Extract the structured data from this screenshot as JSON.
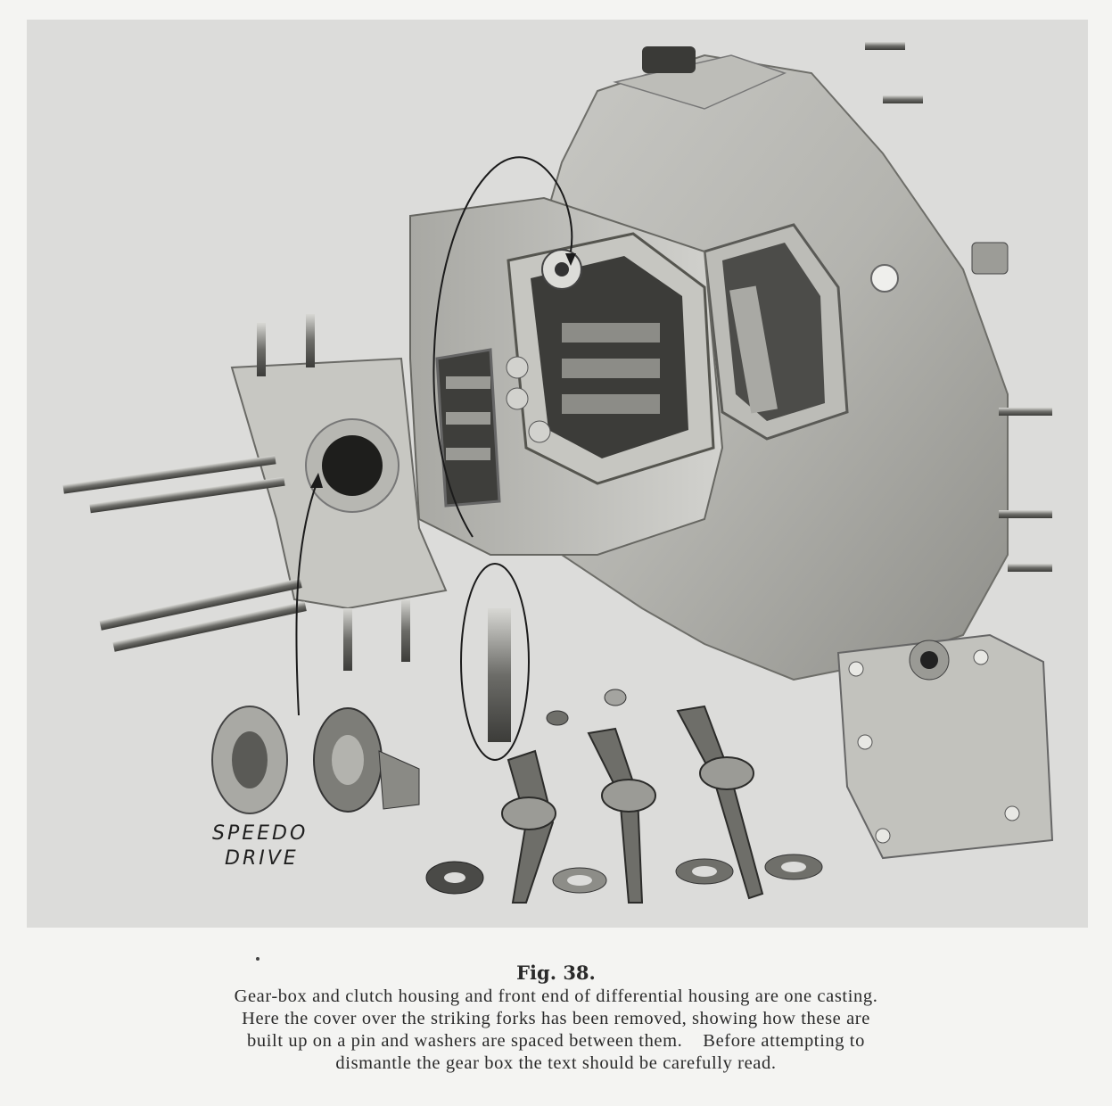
{
  "figure": {
    "labels": {
      "speedo": "SPEEDO",
      "drive": "DRIVE"
    }
  },
  "caption": {
    "fig_number": "Fig. 38.",
    "lines": [
      "Gear-box and clutch housing and front end of differential housing are one casting.",
      "Here the cover over the striking forks has been removed, showing how these are",
      "built up on a pin and washers are spaced between them.    Before attempting to",
      "dismantle the gear box the text should be carefully read."
    ]
  }
}
